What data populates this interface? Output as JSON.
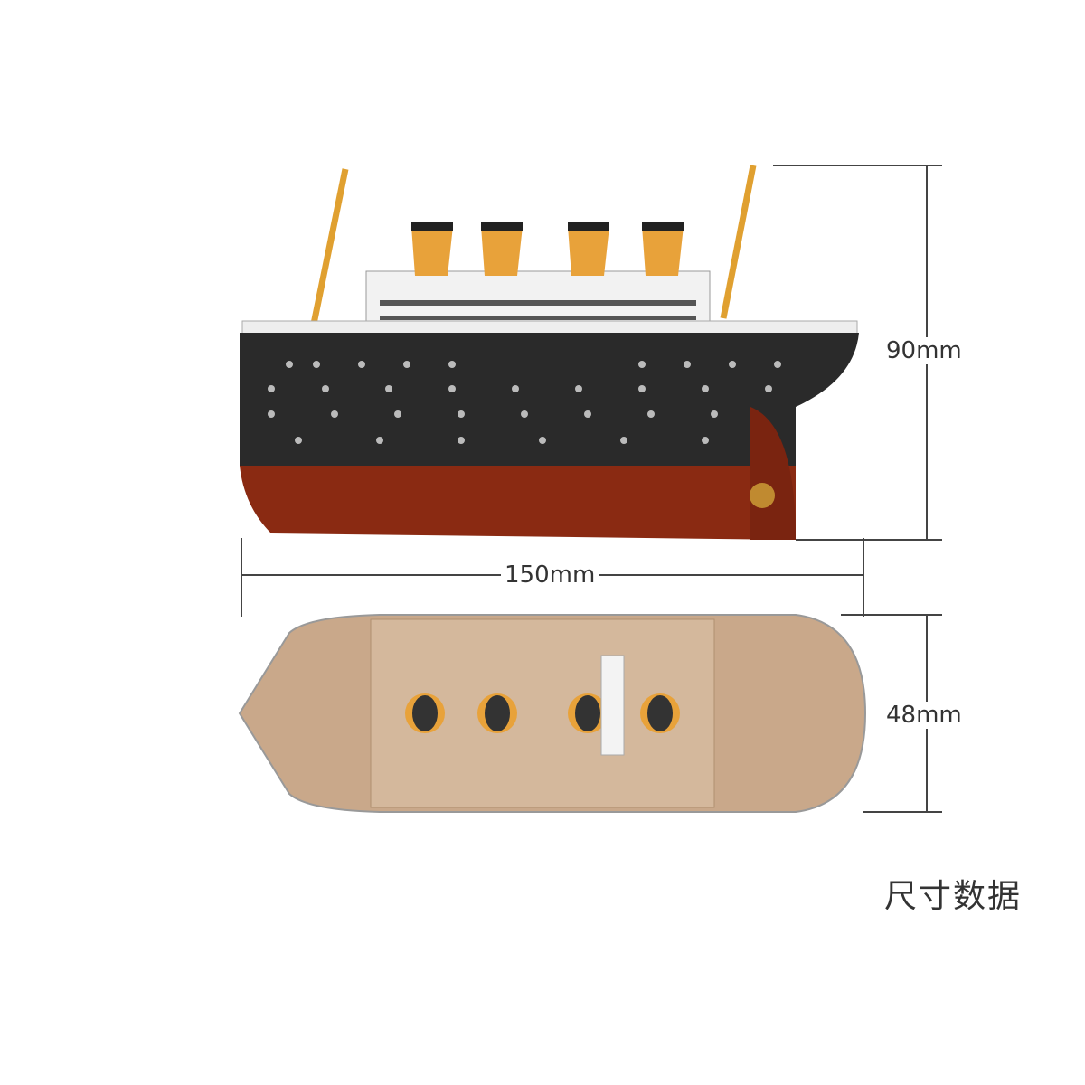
{
  "dimensions": {
    "height": "90mm",
    "length": "150mm",
    "width": "48mm"
  },
  "caption": "尺寸数据",
  "colors": {
    "hull_black": "#2a2a2a",
    "hull_red": "#8a2a12",
    "funnel": "#e8a23a",
    "deck": "#c9a88a",
    "dimension_line": "#444444"
  }
}
